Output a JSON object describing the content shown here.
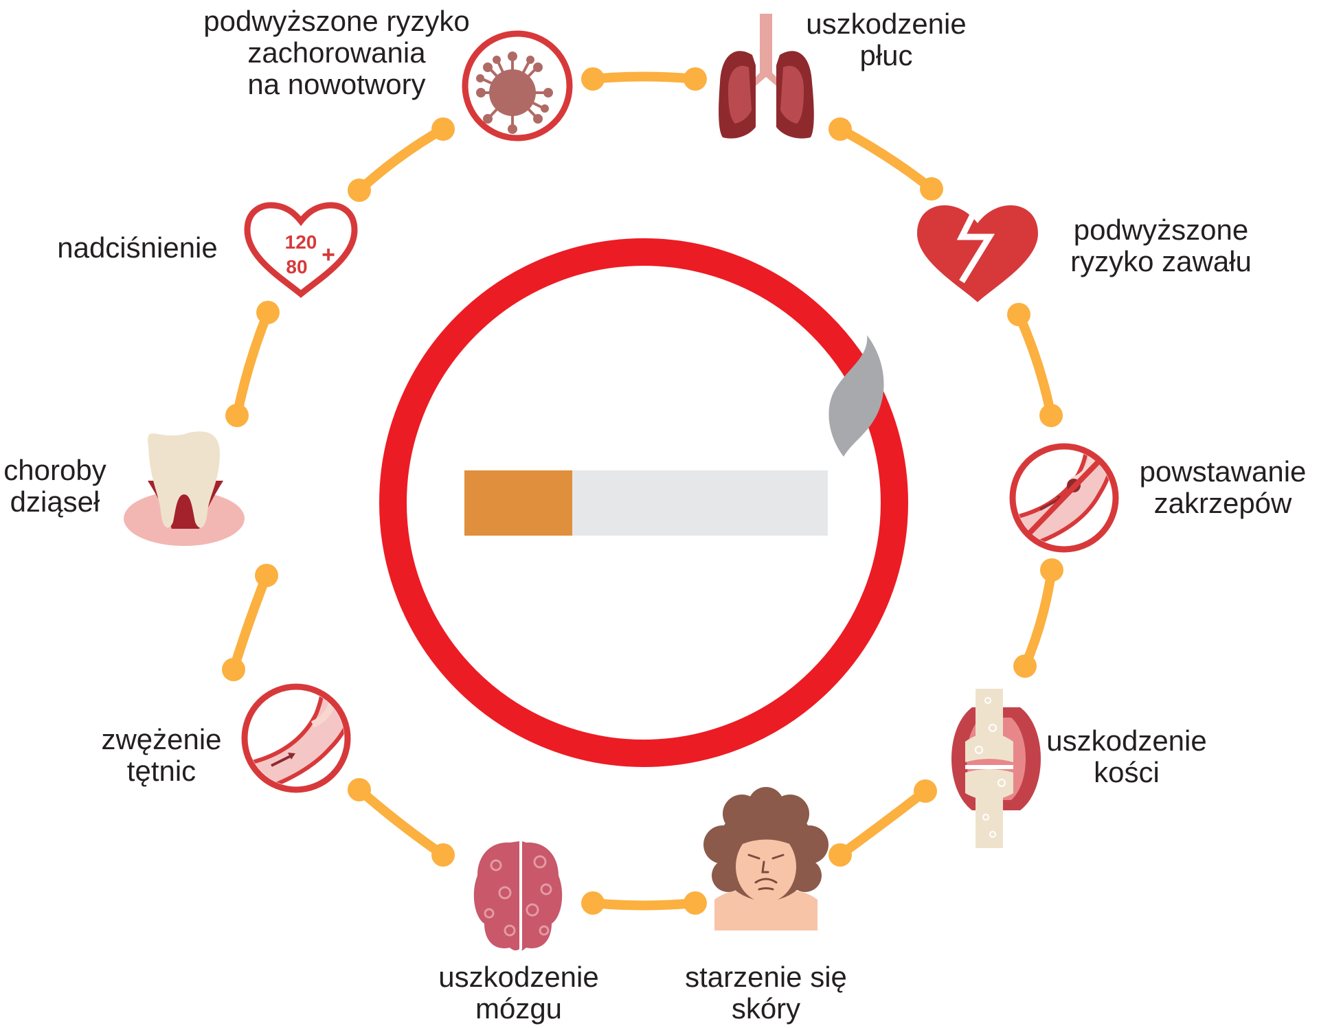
{
  "colors": {
    "ring": "#ec1c24",
    "connector": "#fbb040",
    "icon_red": "#d7393a",
    "dark_red": "#a3222b",
    "cigarette_filter": "#e08f3c",
    "cigarette_paper": "#e6e7e8",
    "smoke": "#a7a9ac",
    "tooth": "#efe2cc",
    "gum": "#f2b7b3",
    "brain": "#c8586a",
    "skin": "#f7c4a8",
    "hair": "#8b5a4a"
  },
  "labels": {
    "cancer": [
      "podwyższone ryzyko",
      "zachorowania",
      "na nowotwory"
    ],
    "lungs": [
      "uszkodzenie",
      "płuc"
    ],
    "heart_attack": [
      "podwyższone",
      "ryzyko zawału"
    ],
    "clots": [
      "powstawanie",
      "zakrzepów"
    ],
    "bones": [
      "uszkodzenie",
      "kości"
    ],
    "skin": [
      "starzenie się",
      "skóry"
    ],
    "brain": [
      "uszkodzenie",
      "mózgu"
    ],
    "arteries": [
      "zwężenie",
      "tętnic"
    ],
    "gums": [
      "choroby",
      "dziąseł"
    ],
    "hypertension": [
      "nadciśnienie"
    ]
  },
  "blood_pressure": {
    "systolic": "120",
    "diastolic": "80",
    "sign": "+"
  },
  "icons": {
    "cancer": "virus-icon",
    "lungs": "lungs-icon",
    "heart_attack": "broken-heart-icon",
    "clots": "blood-clot-icon",
    "bones": "bone-joint-icon",
    "skin": "aged-face-icon",
    "brain": "brain-icon",
    "arteries": "narrowed-artery-icon",
    "gums": "tooth-gum-icon",
    "hypertension": "heart-pressure-icon",
    "center": "cigarette-icon"
  }
}
